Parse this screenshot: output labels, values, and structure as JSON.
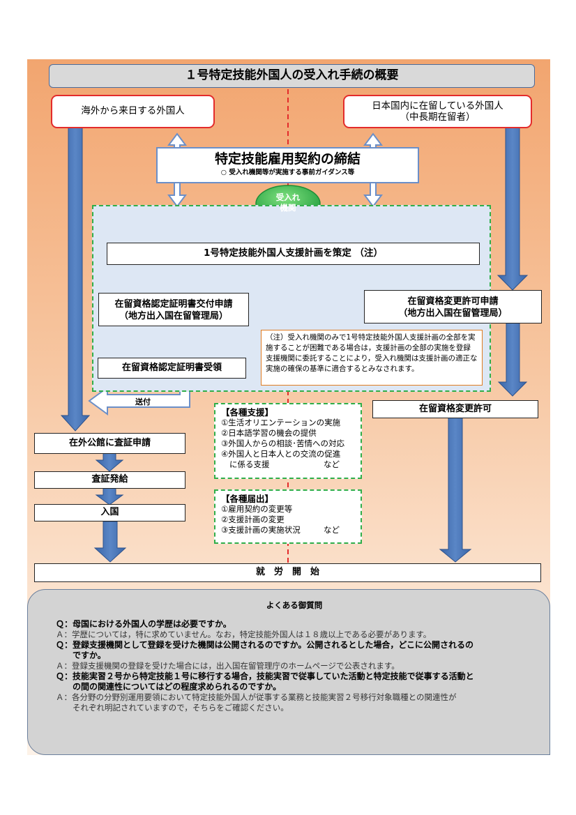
{
  "title": "１号特定技能外国人の受入れ手続の概要",
  "left_origin": "海外から来日する外国人",
  "right_origin": {
    "line1": "日本国内に在留している外国人",
    "line2": "（中長期在留者）"
  },
  "contract": {
    "title": "特定技能雇用契約の締結",
    "sub": "○ 受入れ機関等が実施する事前ガイダンス等"
  },
  "badge": {
    "line1": "受入れ",
    "line2": "機関"
  },
  "support_plan": "1号特定技能外国人支援計画を策定 （注）",
  "coe_apply": {
    "line1": "在留資格認定証明書交付申請",
    "line2": "（地方出入国在留管理局）"
  },
  "coe_receive": "在留資格認定証明書受領",
  "send": "送付",
  "change_apply": {
    "line1": "在留資格変更許可申請",
    "line2": "（地方出入国在留管理局）"
  },
  "change_permit": "在留資格変更許可",
  "note": "（注）受入れ機関のみで1号特定技能外国人支援計画の全部を実施することが困難である場合は，支援計画の全部の実施を登録支援機関に委託することにより，受入れ機関は支援計画の適正な実施の確保の基準に適合するとみなされます。",
  "support": {
    "heading": "【各種支援】",
    "items": [
      "①生活オリエンテーションの実施",
      "②日本語学習の機会の提供",
      "③外国人からの相談･苦情への対応",
      "④外国人と日本人との交流の促進"
    ],
    "last": "に係る支援",
    "etc": "など"
  },
  "notify": {
    "heading": "【各種届出】",
    "items": [
      "①雇用契約の変更等",
      "②支援計画の変更"
    ],
    "last": "③支援計画の実施状況",
    "etc": "など"
  },
  "visa_apply": "在外公館に査証申請",
  "visa_issue": "査証発給",
  "entry": "入国",
  "start_work": "就　労　開　始",
  "faq": {
    "title": "よくある御質問",
    "q1": "Ｑ：母国における外国人の学歴は必要ですか。",
    "a1": "Ａ：学歴については，特に求めていません。なお，特定技能外国人は１８歳以上である必要があります。",
    "q2a": "Ｑ：登録支援機関として登録を受けた機関は公開されるのですか。公開されるとした場合，どこに公開されるの",
    "q2b": "ですか。",
    "a2": "Ａ：登録支援機関の登録を受けた場合には，出入国在留管理庁のホームページで公表されます。",
    "q3a": "Ｑ：技能実習２号から特定技能１号に移行する場合，技能実習で従事していた活動と特定技能で従事する活動と",
    "q3b": "の間の関連性についてはどの程度求められるのですか。",
    "a3a": "Ａ：各分野の分野別運用要領において特定技能外国人が従事する業務と技能実習２号移行対象職種との関連性が",
    "a3b": "それぞれ明記されていますので，そちらをご確認ください。"
  }
}
